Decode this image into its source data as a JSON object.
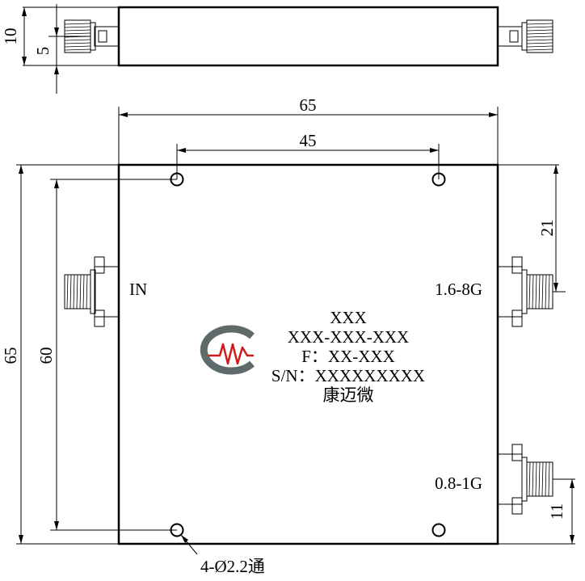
{
  "dimensions": {
    "top_height": "10",
    "top_half": "5",
    "width_overall": "65",
    "hole_spacing_x": "45",
    "height_overall": "65",
    "hole_spacing_y": "60",
    "right_top_offset": "21",
    "right_bottom_offset": "11",
    "hole_note": "4-Ø2.2通"
  },
  "ports": {
    "input": "IN",
    "output_high": "1.6-8G",
    "output_low": "0.8-1G"
  },
  "nameplate": {
    "line1": "XXX",
    "line2": "XXX-XXX-XXX",
    "line3": "F：XX-XXX",
    "line4": "S/N：XXXXXXXXX",
    "line5": "康迈微"
  },
  "colors": {
    "logo_gray": "#5f6b6b",
    "logo_red": "#d11a1a"
  }
}
